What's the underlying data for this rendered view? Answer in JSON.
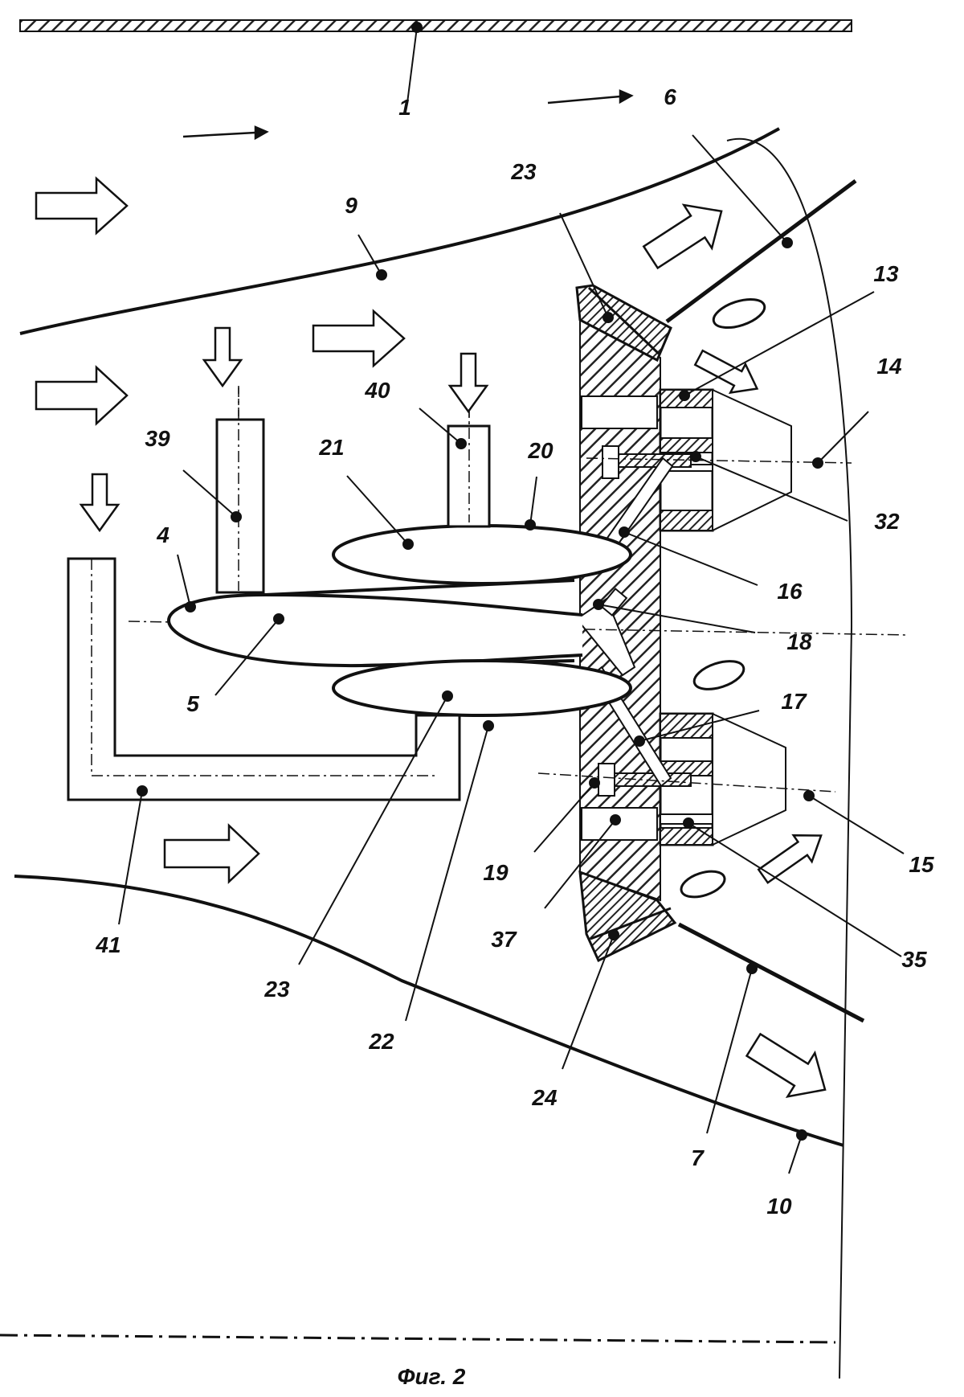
{
  "figure": {
    "caption": "Фиг. 2"
  },
  "labels": [
    {
      "id": "l1",
      "text": "1"
    },
    {
      "id": "l6",
      "text": "6"
    },
    {
      "id": "l23a",
      "text": "23"
    },
    {
      "id": "l9",
      "text": "9"
    },
    {
      "id": "l13",
      "text": "13"
    },
    {
      "id": "l14",
      "text": "14"
    },
    {
      "id": "l40",
      "text": "40"
    },
    {
      "id": "l39",
      "text": "39"
    },
    {
      "id": "l21",
      "text": "21"
    },
    {
      "id": "l20",
      "text": "20"
    },
    {
      "id": "l32",
      "text": "32"
    },
    {
      "id": "l4",
      "text": "4"
    },
    {
      "id": "l16",
      "text": "16"
    },
    {
      "id": "l18",
      "text": "18"
    },
    {
      "id": "l5",
      "text": "5"
    },
    {
      "id": "l17",
      "text": "17"
    },
    {
      "id": "l15",
      "text": "15"
    },
    {
      "id": "l19",
      "text": "19"
    },
    {
      "id": "l41",
      "text": "41"
    },
    {
      "id": "l37",
      "text": "37"
    },
    {
      "id": "l35",
      "text": "35"
    },
    {
      "id": "l23b",
      "text": "23"
    },
    {
      "id": "l22",
      "text": "22"
    },
    {
      "id": "l24",
      "text": "24"
    },
    {
      "id": "l7",
      "text": "7"
    },
    {
      "id": "l10",
      "text": "10"
    }
  ],
  "colors": {
    "line": "#111111",
    "hatch": "#222222",
    "background": "#ffffff"
  }
}
